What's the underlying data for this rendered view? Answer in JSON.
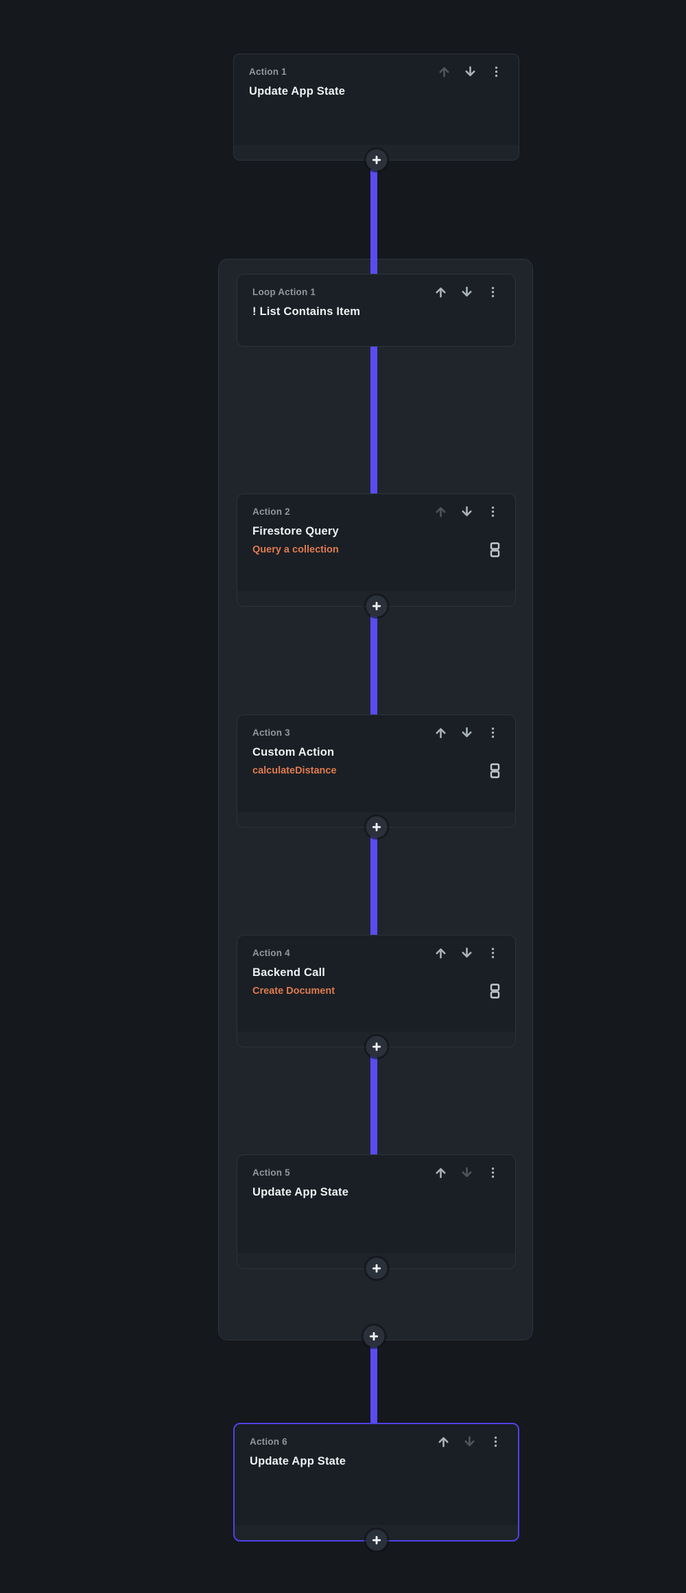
{
  "canvas": {
    "background_color": "#15181d",
    "connector_color": "#5a4cf0",
    "selected_border_color": "#4f42e9",
    "accent_orange": "#de7a4e"
  },
  "icons": {
    "move_up": "arrow-up-icon",
    "move_down": "arrow-down-icon",
    "menu": "kebab-menu-icon",
    "add": "plus-icon",
    "output": "output-variable-icon"
  },
  "cards": [
    {
      "label": "Action 1",
      "title": "Update App State",
      "subtitle": "",
      "move_up_enabled": false,
      "move_down_enabled": true,
      "selected": false
    },
    {
      "label": "Loop Action 1",
      "title": "! List Contains Item",
      "subtitle": "",
      "move_up_enabled": true,
      "move_down_enabled": true,
      "selected": false
    },
    {
      "label": "Action 2",
      "title": "Firestore Query",
      "subtitle": "Query a collection",
      "move_up_enabled": false,
      "move_down_enabled": true,
      "selected": false
    },
    {
      "label": "Action 3",
      "title": "Custom Action",
      "subtitle": "calculateDistance",
      "move_up_enabled": true,
      "move_down_enabled": true,
      "selected": false
    },
    {
      "label": "Action 4",
      "title": "Backend Call",
      "subtitle": "Create Document",
      "move_up_enabled": true,
      "move_down_enabled": true,
      "selected": false
    },
    {
      "label": "Action 5",
      "title": "Update App State",
      "subtitle": "",
      "move_up_enabled": true,
      "move_down_enabled": false,
      "selected": false
    },
    {
      "label": "Action 6",
      "title": "Update App State",
      "subtitle": "",
      "move_up_enabled": true,
      "move_down_enabled": false,
      "selected": true
    }
  ]
}
